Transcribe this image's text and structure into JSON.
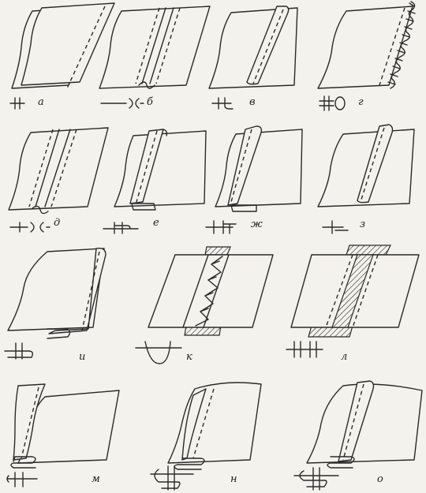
{
  "labels": {
    "a": "а",
    "b": "б",
    "v": "в",
    "g": "г",
    "d": "д",
    "e": "е",
    "zh": "ж",
    "z": "з",
    "i": "и",
    "k": "к",
    "l": "л",
    "m": "м",
    "n": "н",
    "o": "о"
  },
  "colors": {
    "ink": "#2a2a2a",
    "paper": "#f4f2ec"
  }
}
